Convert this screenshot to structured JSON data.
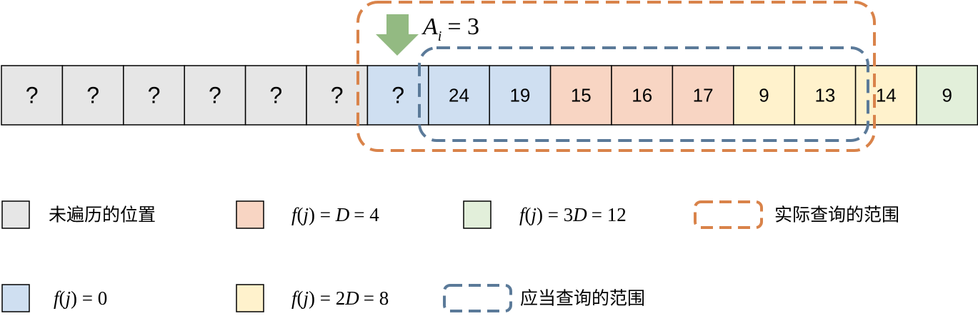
{
  "array_cells": [
    {
      "label": "?",
      "category": "unvisited"
    },
    {
      "label": "?",
      "category": "unvisited"
    },
    {
      "label": "?",
      "category": "unvisited"
    },
    {
      "label": "?",
      "category": "unvisited"
    },
    {
      "label": "?",
      "category": "unvisited"
    },
    {
      "label": "?",
      "category": "unvisited"
    },
    {
      "label": "?",
      "category": "f0"
    },
    {
      "label": "24",
      "category": "f0"
    },
    {
      "label": "19",
      "category": "f0"
    },
    {
      "label": "15",
      "category": "fD"
    },
    {
      "label": "16",
      "category": "fD"
    },
    {
      "label": "17",
      "category": "fD"
    },
    {
      "label": "9",
      "category": "f2D"
    },
    {
      "label": "13",
      "category": "f2D"
    },
    {
      "label": "14",
      "category": "f2D"
    },
    {
      "label": "9",
      "category": "f3D"
    }
  ],
  "colors": {
    "unvisited": "#e6e6e6",
    "f0": "#cfdff1",
    "fD": "#f8d5c3",
    "f2D": "#fff2cc",
    "f3D": "#e2efda",
    "actual_range": "#d9834a",
    "expected_range": "#5b7a99",
    "pointer_arrow": "#93ba82"
  },
  "annotation": {
    "symbol": "A",
    "subscript": "i",
    "equals": "= 3"
  },
  "legend": {
    "unvisited": {
      "label": "未遍历的位置"
    },
    "f0": {
      "func": "f",
      "arg": "j",
      "rhs": "= 0"
    },
    "fD": {
      "func": "f",
      "arg": "j",
      "rhs_var": "D",
      "rhs_tail": "= 4"
    },
    "f2D": {
      "func": "f",
      "arg": "j",
      "rhs_coef": "2",
      "rhs_var": "D",
      "rhs_tail": "= 8"
    },
    "f3D": {
      "func": "f",
      "arg": "j",
      "rhs_coef": "3",
      "rhs_var": "D",
      "rhs_tail": "= 12"
    },
    "actual_range": {
      "label": "实际查询的范围"
    },
    "expected_range": {
      "label": "应当查询的范围"
    }
  }
}
